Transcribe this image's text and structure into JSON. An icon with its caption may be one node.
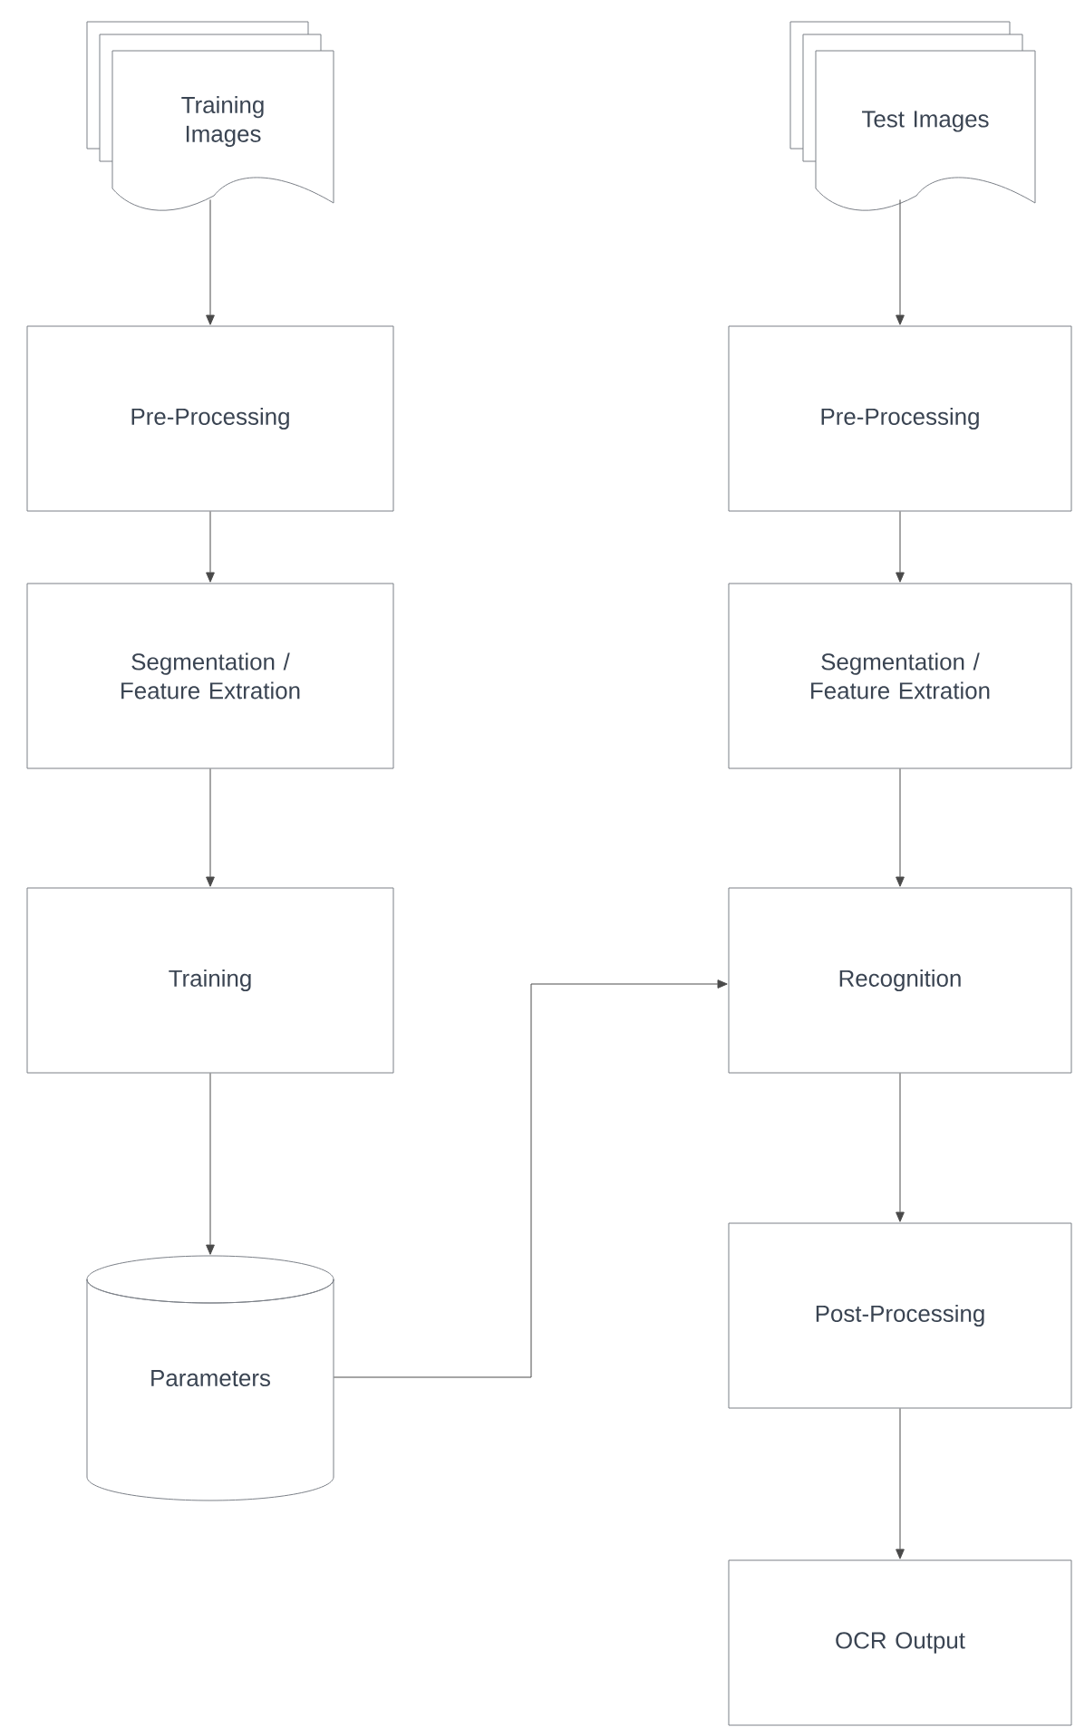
{
  "diagram": {
    "nodes": [
      {
        "text": [
          "Training Images"
        ]
      },
      {
        "text": [
          "Test Images"
        ]
      },
      {
        "text": [
          "Pre-Processing"
        ]
      },
      {
        "text": [
          "Pre-Processing"
        ]
      },
      {
        "text": [
          "Segmentation / Feature Extration"
        ]
      },
      {
        "text": [
          "Segmentation / Feature Extration"
        ]
      },
      {
        "text": [
          "Training"
        ]
      },
      {
        "text": [
          "Recognition"
        ]
      },
      {
        "text": [
          "Parameters"
        ]
      },
      {
        "text": [
          "Post-Processing"
        ]
      },
      {
        "text": [
          "OCR Output"
        ]
      }
    ],
    "edges": [
      {
        "from": 0,
        "to": 2,
        "arrow": "to"
      },
      {
        "from": 2,
        "to": 4,
        "arrow": "to"
      },
      {
        "from": 4,
        "to": 6,
        "arrow": "to"
      },
      {
        "from": 6,
        "to": 8,
        "arrow": "to"
      },
      {
        "from": 1,
        "to": 3,
        "arrow": "to"
      },
      {
        "from": 3,
        "to": 5,
        "arrow": "to"
      },
      {
        "from": 5,
        "to": 7,
        "arrow": "to"
      },
      {
        "from": 8,
        "to": 7,
        "arrow": "to"
      },
      {
        "from": 7,
        "to": 9,
        "arrow": "to"
      },
      {
        "from": 9,
        "to": 10,
        "arrow": "to"
      }
    ]
  }
}
